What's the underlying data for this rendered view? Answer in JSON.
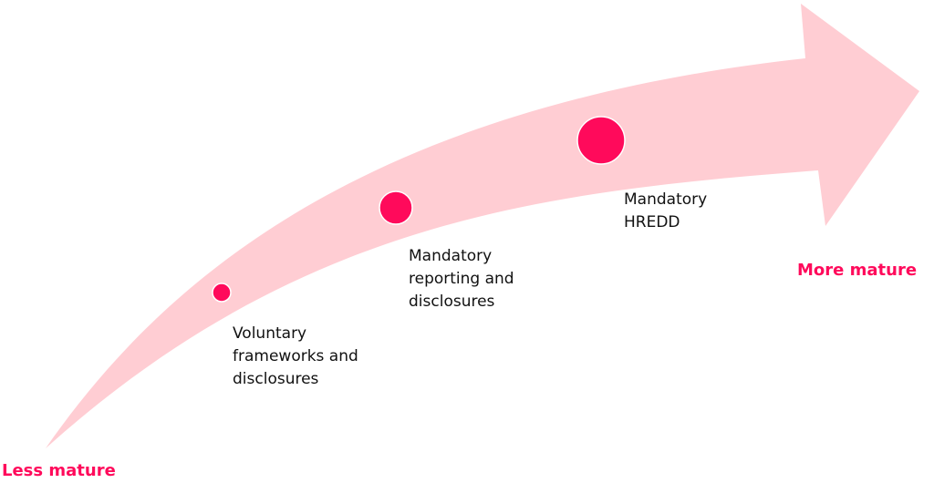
{
  "colors": {
    "arrow": "#ffcdd3",
    "marker": "#ff0a5b",
    "label_accent": "#ff0a5b",
    "text": "#111111"
  },
  "start_label": "Less mature",
  "end_label": "More mature",
  "stages": [
    {
      "label": "Voluntary\nframeworks and\ndisclosures",
      "marker_size": "small"
    },
    {
      "label": "Mandatory\nreporting and\ndisclosures",
      "marker_size": "medium"
    },
    {
      "label": "Mandatory\nHREDD",
      "marker_size": "large"
    }
  ]
}
